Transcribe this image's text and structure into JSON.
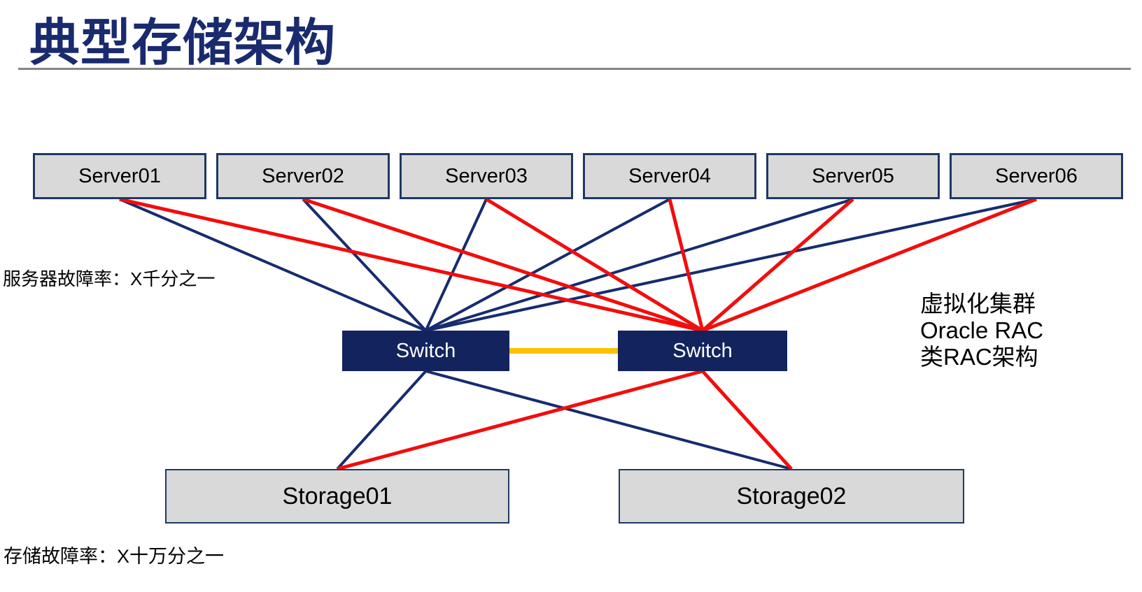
{
  "slide": {
    "title": "典型存储架构",
    "notes": {
      "server_failure": "服务器故障率：X千分之一",
      "storage_failure": "存储故障率：X十万分之一"
    },
    "annotation": {
      "lines": [
        "虚拟化集群",
        "Oracle RAC",
        "类RAC架构"
      ]
    }
  },
  "diagram": {
    "nodes": {
      "servers": [
        {
          "id": "server-1",
          "label": "Server01"
        },
        {
          "id": "server-2",
          "label": "Server02"
        },
        {
          "id": "server-3",
          "label": "Server03"
        },
        {
          "id": "server-4",
          "label": "Server04"
        },
        {
          "id": "server-5",
          "label": "Server05"
        },
        {
          "id": "server-6",
          "label": "Server06"
        }
      ],
      "switches": [
        {
          "id": "switch-1",
          "label": "Switch"
        },
        {
          "id": "switch-2",
          "label": "Switch"
        }
      ],
      "storages": [
        {
          "id": "storage-1",
          "label": "Storage01"
        },
        {
          "id": "storage-2",
          "label": "Storage02"
        }
      ]
    },
    "edges": [
      {
        "from": "server-1",
        "to": "switch-1",
        "color": "navy"
      },
      {
        "from": "server-2",
        "to": "switch-1",
        "color": "navy"
      },
      {
        "from": "server-3",
        "to": "switch-1",
        "color": "navy"
      },
      {
        "from": "server-4",
        "to": "switch-1",
        "color": "navy"
      },
      {
        "from": "server-5",
        "to": "switch-1",
        "color": "navy"
      },
      {
        "from": "server-6",
        "to": "switch-1",
        "color": "navy"
      },
      {
        "from": "switch-1",
        "to": "storage-1",
        "color": "navy"
      },
      {
        "from": "switch-1",
        "to": "storage-2",
        "color": "navy"
      },
      {
        "from": "server-1",
        "to": "switch-2",
        "color": "red"
      },
      {
        "from": "server-2",
        "to": "switch-2",
        "color": "red"
      },
      {
        "from": "server-3",
        "to": "switch-2",
        "color": "red"
      },
      {
        "from": "server-4",
        "to": "switch-2",
        "color": "red"
      },
      {
        "from": "server-5",
        "to": "switch-2",
        "color": "red"
      },
      {
        "from": "server-6",
        "to": "switch-2",
        "color": "red"
      },
      {
        "from": "switch-2",
        "to": "storage-1",
        "color": "red"
      },
      {
        "from": "switch-2",
        "to": "storage-2",
        "color": "red"
      },
      {
        "from": "switch-1",
        "to": "switch-2",
        "color": "yellow"
      }
    ],
    "colors": {
      "navy": "#172c6e",
      "red": "#f20d0d",
      "yellow": "#ffc000",
      "title": "#1a2a6e",
      "divider": "#858585",
      "box_fill": "#d9d9d9",
      "box_border": "#1f3864",
      "switch_fill": "#13235e",
      "switch_text": "#ffffff"
    },
    "line_widths": {
      "navy": 4,
      "red": 5,
      "yellow": 8
    }
  }
}
